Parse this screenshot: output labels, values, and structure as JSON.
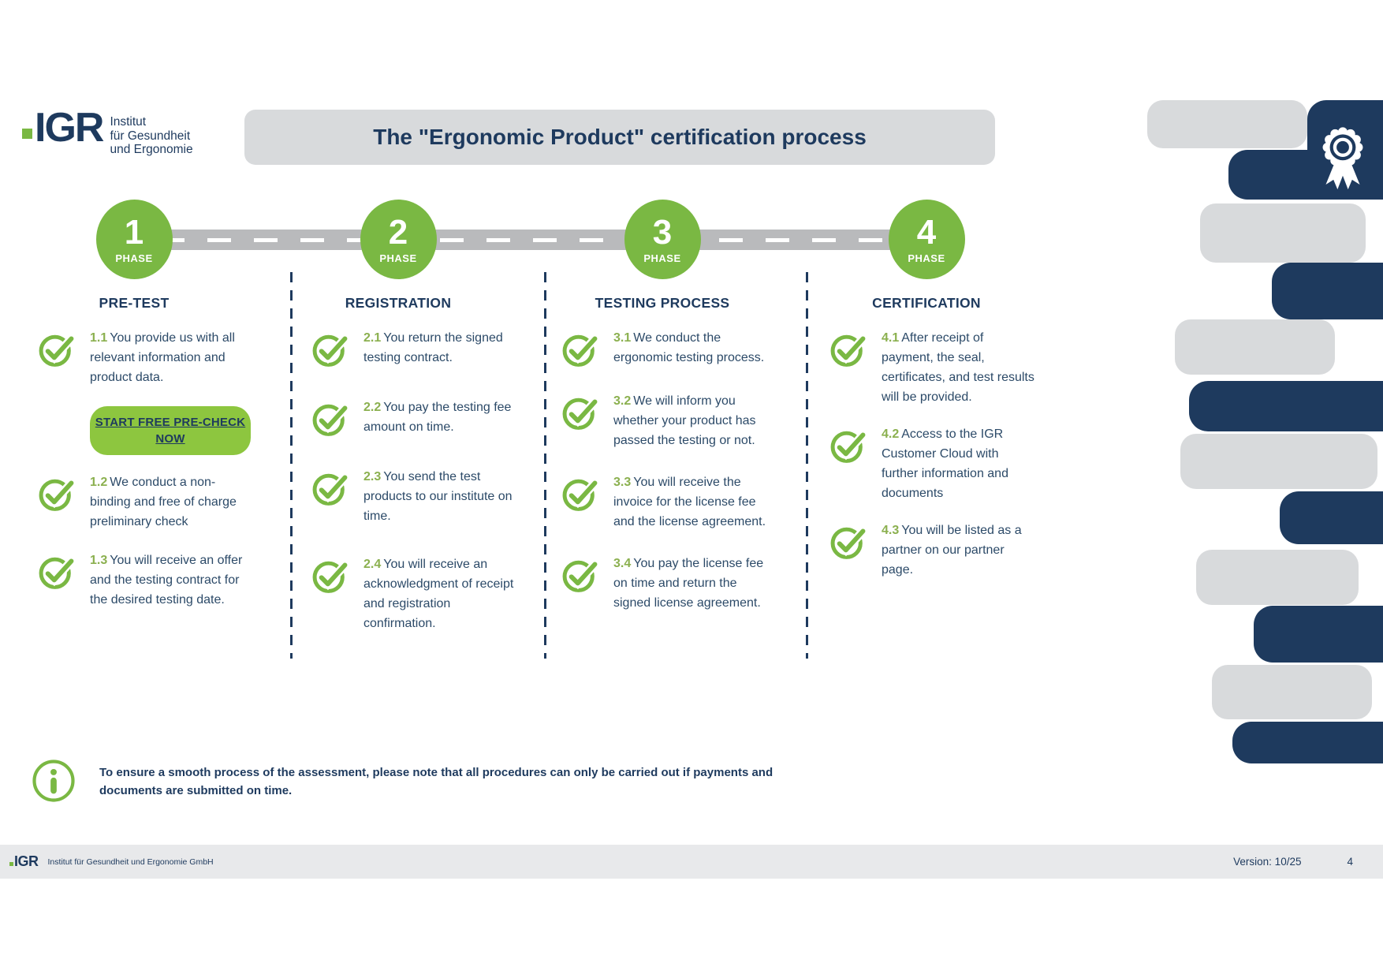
{
  "logo": {
    "mark": "IGR",
    "lines": [
      "Institut",
      "für Gesundheit",
      "und Ergonomie"
    ]
  },
  "title": "The \"Ergonomic Product\" certification process",
  "phases": [
    {
      "number": "1",
      "phase_word": "PHASE",
      "heading": "PRE-TEST",
      "button_label": "START FREE PRE-CHECK NOW",
      "items": [
        {
          "id": "1.1",
          "text": "You provide us with all relevant information and product data."
        },
        {
          "id": "1.2",
          "text": "We conduct a non-binding and free of charge preliminary check"
        },
        {
          "id": "1.3",
          "text": "You will receive an offer and the testing contract for the desired testing date."
        }
      ]
    },
    {
      "number": "2",
      "phase_word": "PHASE",
      "heading": "REGISTRATION",
      "items": [
        {
          "id": "2.1",
          "text": "You return the signed testing contract."
        },
        {
          "id": "2.2",
          "text": "You pay the testing fee amount on time."
        },
        {
          "id": "2.3",
          "text": "You send the test products to our institute on time."
        },
        {
          "id": "2.4",
          "text": "You will receive an acknowledgment of receipt and registration confirmation."
        }
      ]
    },
    {
      "number": "3",
      "phase_word": "PHASE",
      "heading": "TESTING PROCESS",
      "items": [
        {
          "id": "3.1",
          "text": "We conduct the ergonomic testing process."
        },
        {
          "id": "3.2",
          "text": "We will inform you whether your product has passed the testing or not."
        },
        {
          "id": "3.3",
          "text": "You will receive the invoice for the license fee and the license agreement."
        },
        {
          "id": "3.4",
          "text": "You pay the license fee on time and return the signed license agreement."
        }
      ]
    },
    {
      "number": "4",
      "phase_word": "PHASE",
      "heading": "CERTIFICATION",
      "items": [
        {
          "id": "4.1",
          "text": "After receipt of payment, the seal, certificates, and test results will be provided."
        },
        {
          "id": "4.2",
          "text": "Access to the IGR Customer Cloud with further information and documents"
        },
        {
          "id": "4.3",
          "text": "You will be listed as a partner on our partner page."
        }
      ]
    }
  ],
  "note": "To ensure a smooth process of the assessment, please note that all procedures can only be carried out if payments and documents are submitted on time.",
  "footer": {
    "logo_mark": "IGR",
    "company": "Institut für Gesundheit und Ergonomie GmbH",
    "version": "Version: 10/25",
    "page": "4"
  },
  "colors": {
    "navy": "#1e3a5e",
    "green": "#7ab843",
    "button_green": "#8dc63f",
    "gray": "#d8dadc"
  }
}
